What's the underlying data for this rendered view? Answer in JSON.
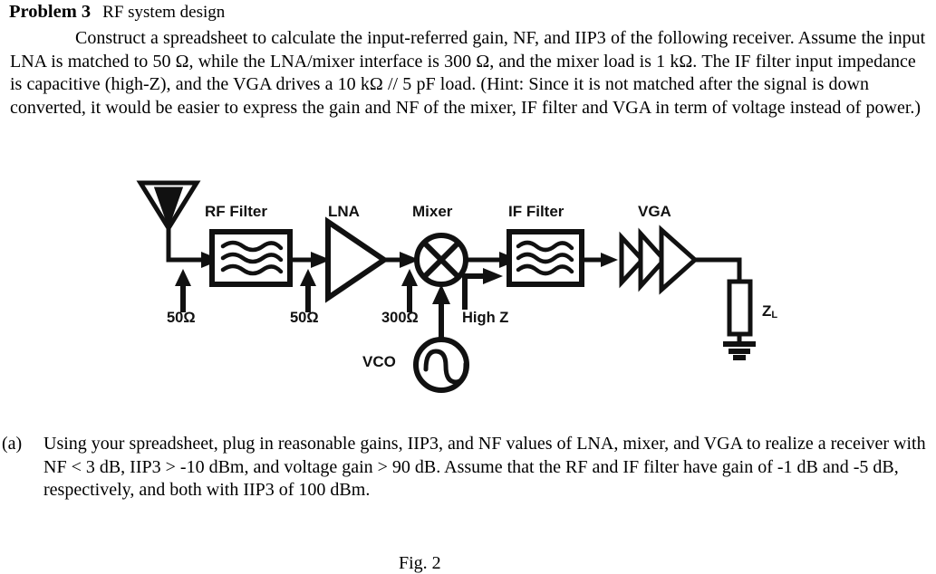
{
  "heading": {
    "label": "Problem 3",
    "subtitle": "RF system design"
  },
  "paragraph": {
    "text": "Construct a spreadsheet to calculate the input-referred gain, NF, and IIP3 of the following receiver. Assume the input LNA is matched to 50 Ω, while the LNA/mixer interface is 300 Ω, and the mixer load is 1 kΩ. The IF filter input impedance is capacitive (high-Z), and the VGA drives a 10 kΩ // 5 pF load. (Hint: Since it is not matched after the signal is down converted, it would be easier to express the gain and NF of the mixer, IF filter and VGA in term of voltage instead of power.)"
  },
  "figure": {
    "caption": "Fig. 2",
    "block_labels": {
      "rf_filter": "RF Filter",
      "lna": "LNA",
      "mixer": "Mixer",
      "if_filter": "IF Filter",
      "vga": "VGA",
      "vco": "VCO"
    },
    "impedance_labels": {
      "antenna_port": "50Ω",
      "rf_filter_out": "50Ω",
      "lna_out": "300Ω",
      "mixer_out": "High Z",
      "load": "Z",
      "load_sub": "L"
    },
    "icons": {
      "antenna": "antenna-icon",
      "rf_filter": "filter-wave-icon",
      "lna": "amplifier-triangle-icon",
      "mixer": "mixer-circle-x-icon",
      "if_filter": "filter-wave-icon",
      "vga": "vga-triple-triangle-icon",
      "vco": "vco-sine-circle-icon",
      "load": "resistor-icon",
      "ground": "ground-icon"
    },
    "colors": {
      "ink": "#111111",
      "background": "#ffffff"
    }
  },
  "part_a": {
    "marker": "(a)",
    "text": "Using your spreadsheet, plug in reasonable gains, IIP3, and NF values of LNA, mixer, and VGA to realize a receiver with NF < 3 dB, IIP3 > -10 dBm, and voltage gain > 90 dB. Assume that the RF and IF filter have gain of -1 dB and -5 dB, respectively, and both with IIP3 of 100 dBm."
  }
}
